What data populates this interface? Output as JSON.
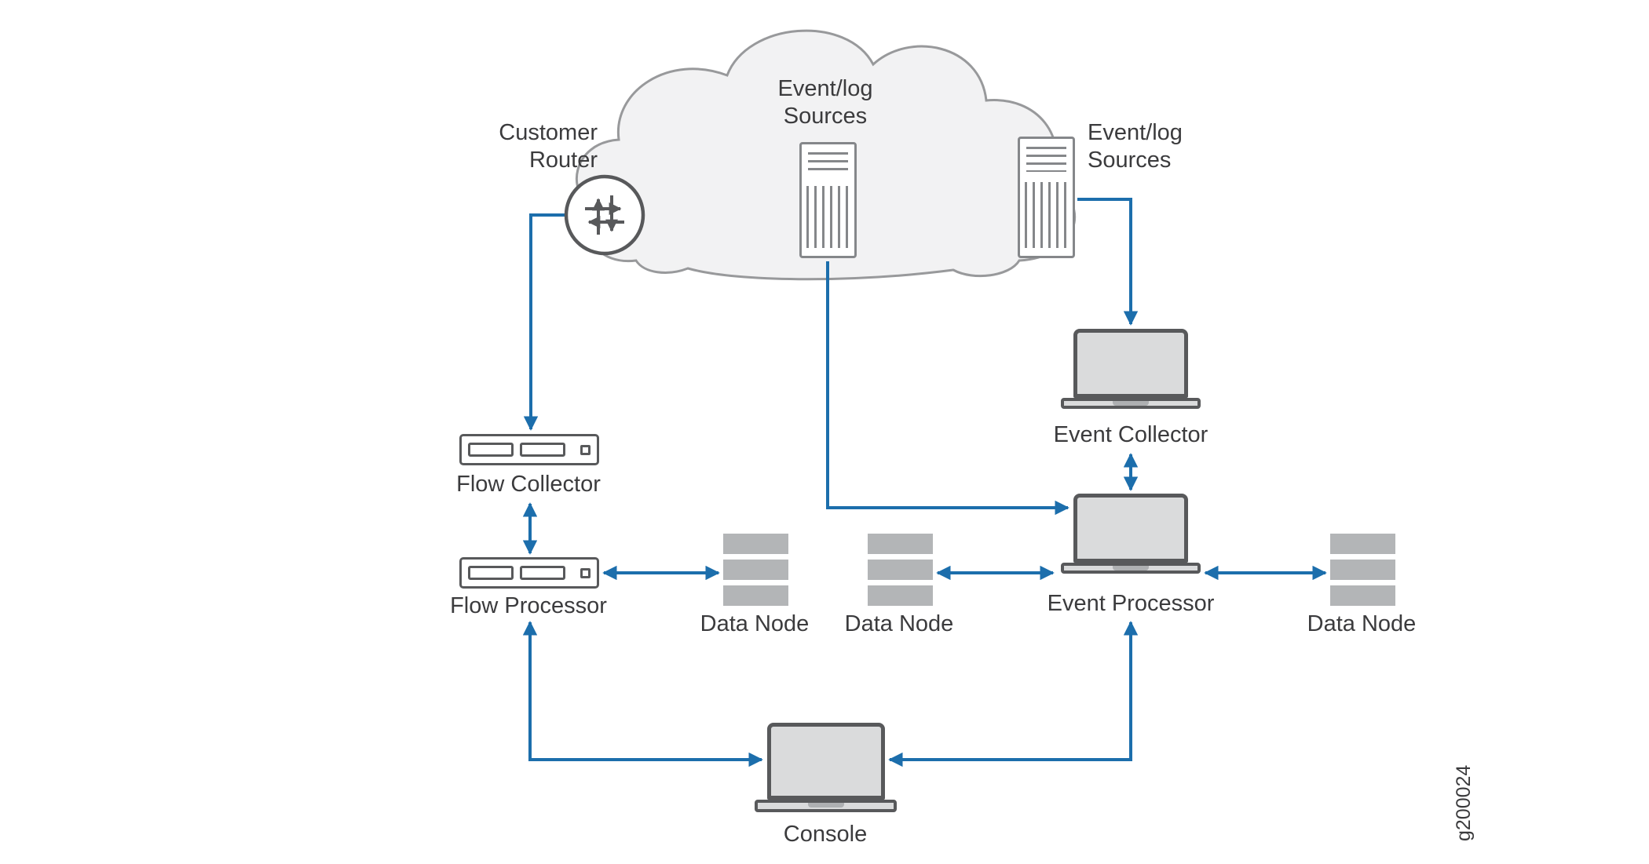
{
  "figure": {
    "id": "g200024"
  },
  "labels": {
    "customer_router": "Customer Router",
    "event_log_sources_center": "Event/log Sources",
    "event_log_sources_right": "Event/log Sources",
    "flow_collector": "Flow Collector",
    "flow_processor": "Flow Processor",
    "data_node_left": "Data Node",
    "data_node_center": "Data Node",
    "data_node_right": "Data Node",
    "event_collector": "Event Collector",
    "event_processor": "Event Processor",
    "console": "Console"
  },
  "colors": {
    "arrow_blue": "#1c6eac",
    "cloud_fill": "#f2f2f3",
    "cloud_stroke": "#98999b",
    "icon_stroke": "#58595b",
    "laptop_fill": "#dadbdc",
    "data_node_fill": "#b3b5b7",
    "server_line": "#85878a",
    "text": "#3b3b3d"
  }
}
